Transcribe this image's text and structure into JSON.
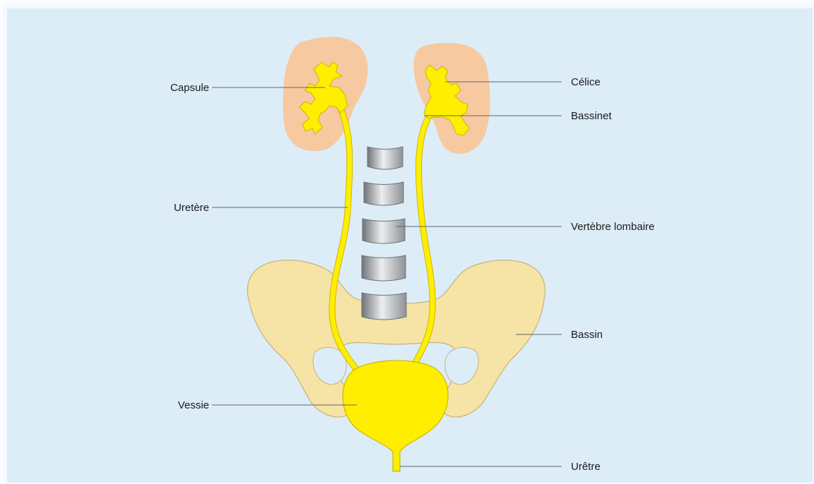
{
  "labels": {
    "capsule": "Capsule",
    "calice": "Célice",
    "bassinet": "Bassinet",
    "uretere": "Uretère",
    "vertebre": "Vertèbre lombaire",
    "bassin": "Bassin",
    "vessie": "Vessie",
    "uretre": "Urêtre"
  },
  "colors": {
    "background": "#dcedf8",
    "kidney": "#f7c9a0",
    "urinary": "#ffee00",
    "urinary_outline": "#c9b800",
    "pelvis": "#f6e3a6",
    "pelvis_outline": "#c8b27a",
    "vertebra": "#9a9fa3"
  }
}
